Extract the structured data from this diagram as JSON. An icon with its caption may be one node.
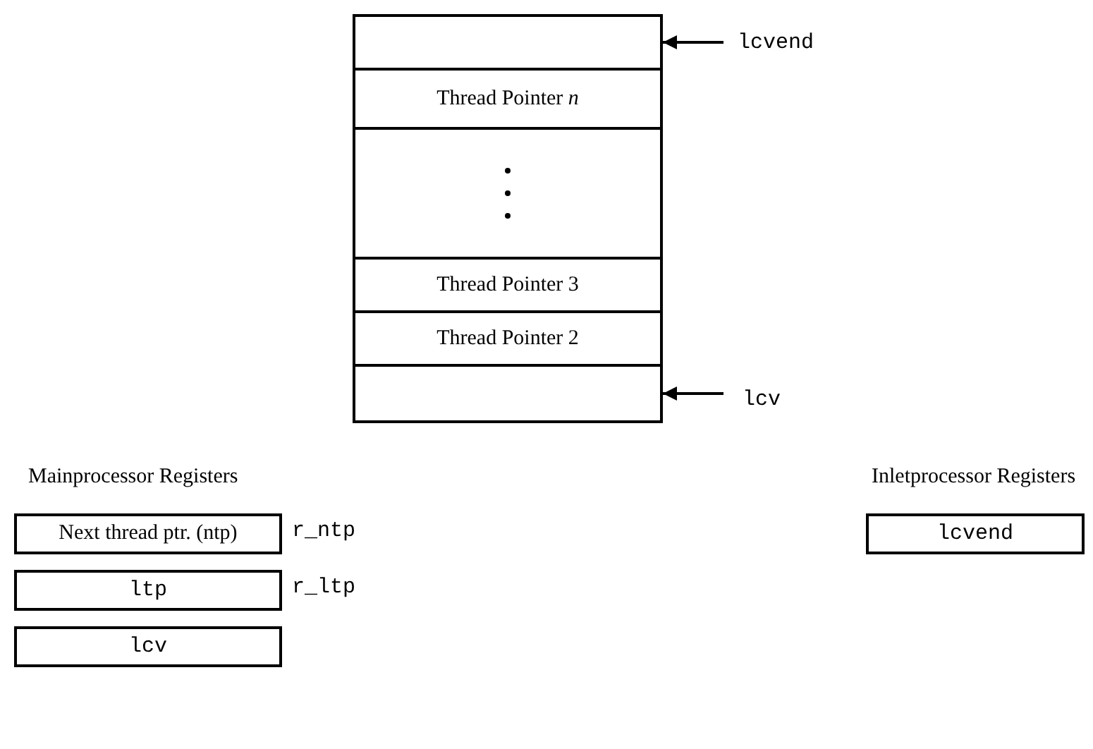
{
  "diagram": {
    "nodes": [
      {
        "text": [],
        "shape": "box"
      },
      {
        "text": [],
        "shape": "box",
        "in": 0
      },
      {
        "text": [
          "Thread Pointer *n*"
        ],
        "in": 0
      },
      {
        "text": [],
        "shape": "box",
        "in": 0
      },
      {
        "text": [
          "Thread Pointer 3"
        ],
        "in": 0
      },
      {
        "text": [
          "Thread Pointer 2"
        ],
        "in": 0
      },
      {
        "text": [],
        "shape": "box",
        "in": 0
      },
      {
        "text": [
          "lcvend"
        ]
      },
      {
        "text": [
          "lcv"
        ]
      },
      {
        "text": [
          "Next thread ptr. (ntp)"
        ]
      },
      {
        "text": [
          "ltp"
        ]
      },
      {
        "text": [
          "lcv"
        ]
      },
      {
        "text": [
          "lcvend"
        ]
      }
    ],
    "edges": [
      {
        "from": 7,
        "to": 1,
        "arrow": "to"
      },
      {
        "from": 8,
        "to": 6,
        "arrow": "to"
      }
    ],
    "labels": [
      "Mainprocessor Registers",
      "Inletprocessor Registers",
      "r_ntp",
      "r_ltp"
    ]
  }
}
